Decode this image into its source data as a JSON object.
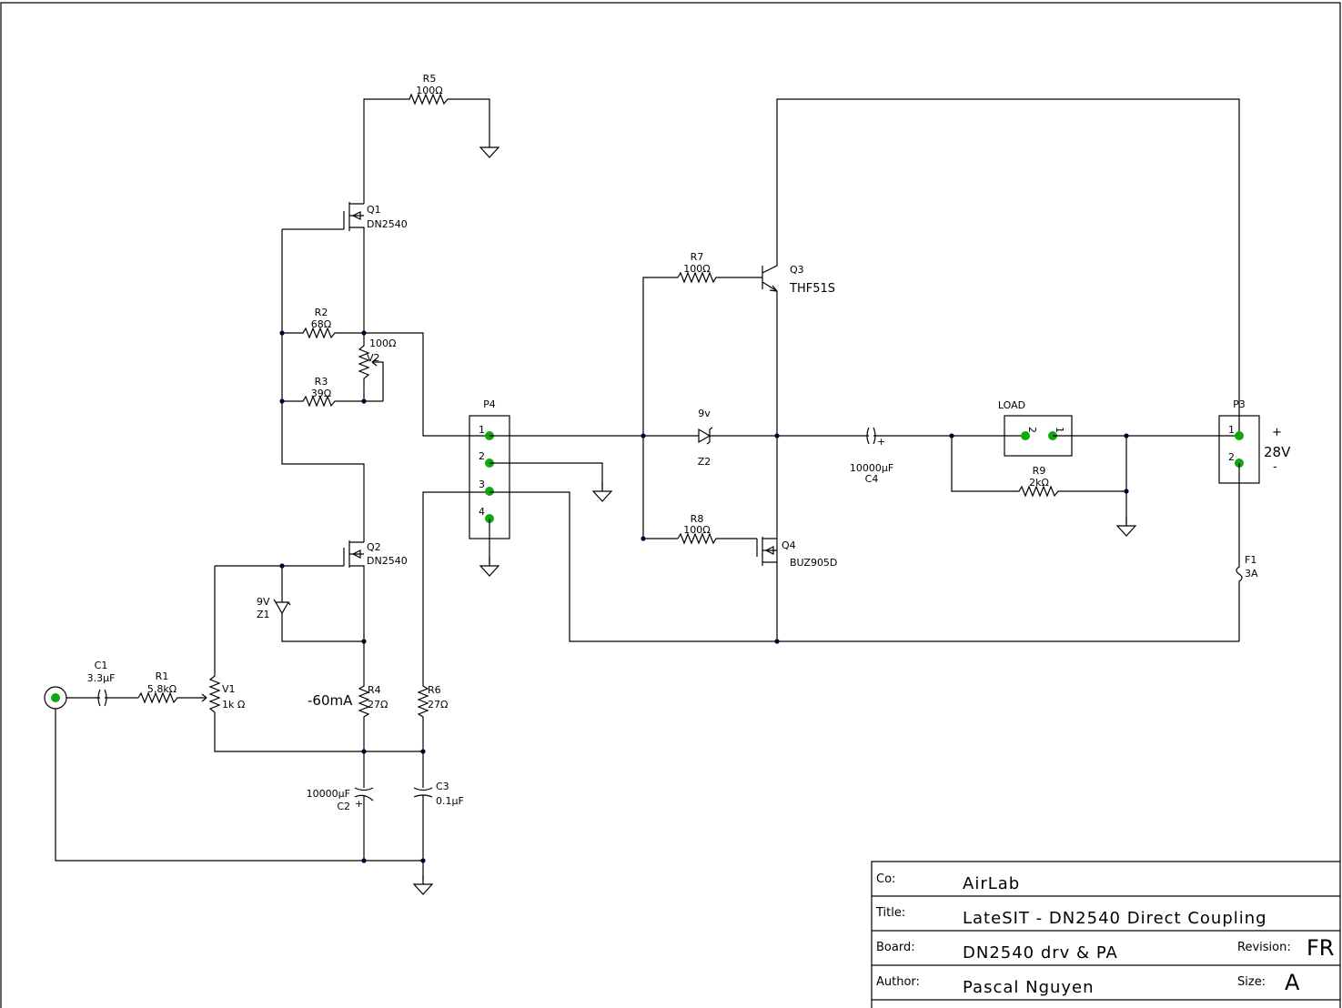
{
  "components": {
    "r5": {
      "ref": "R5",
      "value": "100Ω"
    },
    "q1": {
      "ref": "Q1",
      "value": "DN2540"
    },
    "r2": {
      "ref": "R2",
      "value": "68Ω"
    },
    "v2": {
      "ref": "V2",
      "value": "100Ω"
    },
    "r3": {
      "ref": "R3",
      "value": "39Ω"
    },
    "q2": {
      "ref": "Q2",
      "value": "DN2540"
    },
    "z1": {
      "ref": "Z1",
      "value": "9V"
    },
    "c1": {
      "ref": "C1",
      "value": "3.3µF"
    },
    "r1": {
      "ref": "R1",
      "value": "5.8kΩ"
    },
    "v1": {
      "ref": "V1",
      "value": "1k Ω"
    },
    "r4": {
      "ref": "R4",
      "value": "27Ω",
      "note": "-60mA"
    },
    "r6": {
      "ref": "R6",
      "value": "27Ω"
    },
    "c2": {
      "ref": "C2",
      "value": "10000µF"
    },
    "c3": {
      "ref": "C3",
      "value": "0.1µF"
    },
    "p4": {
      "ref": "P4",
      "pins": [
        "1",
        "2",
        "3",
        "4"
      ]
    },
    "r7": {
      "ref": "R7",
      "value": "100Ω"
    },
    "q3": {
      "ref": "Q3",
      "value": "THF51S"
    },
    "z2": {
      "ref": "Z2",
      "value": "9v"
    },
    "r8": {
      "ref": "R8",
      "value": "100Ω"
    },
    "q4": {
      "ref": "Q4",
      "value": "BUZ905D"
    },
    "c4": {
      "ref": "C4",
      "value": "10000µF"
    },
    "load": {
      "ref": "LOAD",
      "pins": [
        "2",
        "1"
      ]
    },
    "r9": {
      "ref": "R9",
      "value": "2kΩ"
    },
    "p3": {
      "ref": "P3",
      "pins": [
        "1",
        "2"
      ],
      "plus": "+",
      "minus": "-",
      "voltage": "28V"
    },
    "f1": {
      "ref": "F1",
      "value": "3A"
    }
  },
  "title_block": {
    "co_label": "Co:",
    "co": "AirLab",
    "title_label": "Title:",
    "title": "LateSIT - DN2540 Direct Coupling",
    "board_label": "Board:",
    "board": "DN2540 drv & PA",
    "revision_label": "Revision:",
    "revision": "FR",
    "author_label": "Author:",
    "author": "Pascal Nguyen",
    "size_label": "Size:",
    "size": "A"
  }
}
